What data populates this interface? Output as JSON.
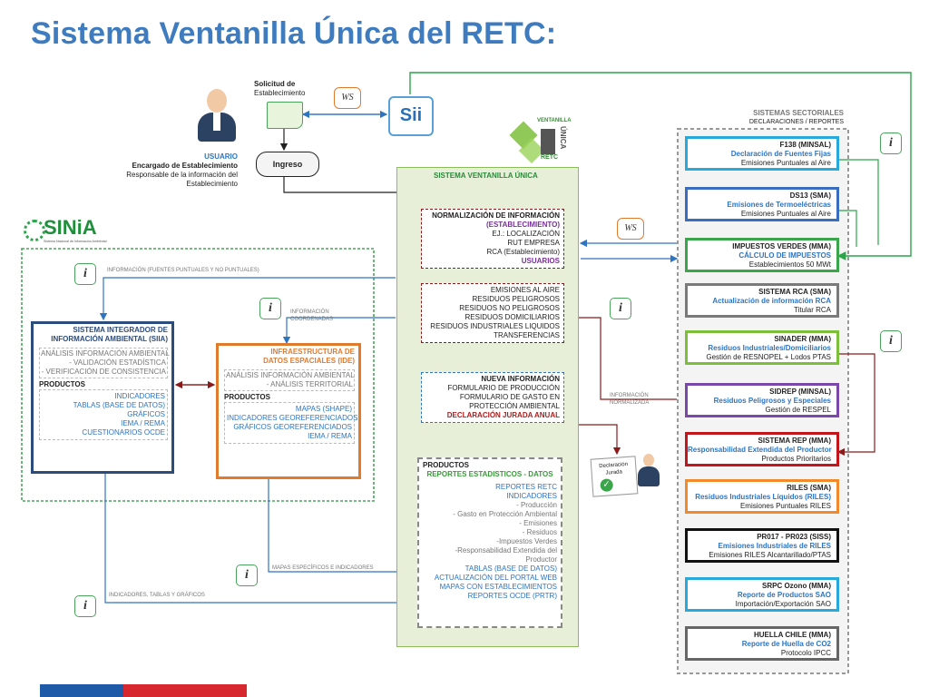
{
  "title": "Sistema Ventanilla Única del RETC:",
  "usuario": {
    "label": "USUARIO",
    "role": "Encargado de Establecimiento",
    "desc1": "Responsable de la información del",
    "desc2": "Establecimiento"
  },
  "solicitud": {
    "line1": "Solicitud de",
    "line2": "Establecimiento"
  },
  "ingreso": "Ingreso",
  "ws": "WS",
  "sii": "Sii",
  "i": "i",
  "ventanilla_logo": {
    "top": "VENTANILLA",
    "unica": "ÚNICA",
    "retc": "RETC"
  },
  "sinia": {
    "name": "SINiA",
    "sub": "Sistema Nacional de Información Ambiental"
  },
  "svu": {
    "title": "SISTEMA VENTANILLA ÚNICA",
    "norm": {
      "title": "NORMALIZACIÓN DE INFORMACIÓN",
      "estab": "(ESTABLECIMIENTO)",
      "lines": [
        "EJ.: LOCALIZACIÓN",
        "RUT EMPRESA",
        "RCA (Establecimiento)"
      ],
      "usuarios": "USUARIOS"
    },
    "emis": [
      "EMISIONES AL AIRE",
      "RESIDUOS PELIGROSOS",
      "RESIDUOS NO PELIGROSOS",
      "RESIDUOS DOMICILIARIOS",
      "RESIDUOS INDUSTRIALES LIQUIDOS",
      "TRANSFERENCIAS"
    ],
    "nueva": {
      "title": "NUEVA INFORMACIÓN",
      "lines": [
        "FORMULARIO DE PRODUCCIÓN",
        "FORMULARIO DE GASTO EN",
        "PROTECCIÓN AMBIENTAL"
      ],
      "dj": "DECLARACIÓN JURADA ANUAL"
    },
    "productos": {
      "title": "PRODUCTOS",
      "sub": "REPORTES ESTADISTICOS - DATOS",
      "blue1": [
        "REPORTES RETC",
        "INDICADORES"
      ],
      "gray": [
        "- Producción",
        "- Gasto en Protección Ambiental",
        "- Emisiones",
        "- Residuos",
        "-Impuestos Verdes",
        "-Responsabilidad Extendida del",
        "Productor"
      ],
      "blue2": [
        "TABLAS (BASE DE DATOS)",
        "ACTUALIZACIÓN DEL PORTAL WEB",
        "MAPAS CON ESTABLECIMIENTOS",
        "REPORTES OCDE (PRTR)"
      ]
    }
  },
  "declaracion": {
    "line1": "Declaración",
    "line2": "Jurada"
  },
  "siia": {
    "title1": "SISTEMA INTEGRADOR DE",
    "title2": "INFORMACIÓN AMBIENTAL (SIIA)",
    "analisis": "ANÁLISIS INFORMACIÓN AMBIENTAL",
    "val1": "- VALIDACIÓN ESTADÍSTICA",
    "val2": "- VERIFICACIÓN DE CONSISTENCIA",
    "productos": "PRODUCTOS",
    "items": [
      "INDICADORES",
      "TABLAS (BASE DE DATOS)",
      "GRÁFICOS",
      "IEMA / REMA",
      "CUESTIONARIOS OCDE"
    ]
  },
  "ide": {
    "title1": "INFRAESTRUCTURA DE",
    "title2": "DATOS ESPACIALES (IDE)",
    "analisis": "ANÁLISIS INFORMACIÓN AMBIENTAL",
    "terr": "- ANÁLISIS TERRITORIAL",
    "productos": "PRODUCTOS",
    "items": [
      "MAPAS (SHAPE)",
      "INDICADORES GEOREFERENCIADOS",
      "GRÁFICOS GEOREFERENCIADOS",
      "IEMA / REMA"
    ]
  },
  "labels": {
    "info_fuentes": "INFORMACIÓN (FUENTES PUNTUALES Y NO PUNTUALES)",
    "info_coord1": "INFORMACIÓN",
    "info_coord2": "COORDENADAS",
    "info_norm1": "INFORMACIÓN",
    "info_norm2": "NORMALIZADA",
    "mapas": "MAPAS ESPECÍFICOS E INDICADORES",
    "indicadores": "INDICADORES, TABLAS Y GRÁFICOS"
  },
  "sectoriales": {
    "title": "SISTEMAS SECTORIALES",
    "subtitle": "DECLARACIONES / REPORTES",
    "items": [
      {
        "name": "F138 (MINSAL)",
        "sub": "Declaración de Fuentes Fijas",
        "desc": "Emisiones  Puntuales al Aire",
        "color": "#29a9d9"
      },
      {
        "name": "DS13 (SMA)",
        "sub": "Emisiones de Termoeléctricas",
        "desc": "Emisiones  Puntuales al Aire",
        "color": "#3a6cc0"
      },
      {
        "name": "IMPUESTOS VERDES (MMA)",
        "sub": "CÁLCULO DE IMPUESTOS",
        "desc": "Establecimientos 50 MWt",
        "color": "#3aa54a"
      },
      {
        "name": "SISTEMA RCA (SMA)",
        "sub": "Actualización de información RCA",
        "desc": "Titular RCA",
        "color": "#7a7a7a"
      },
      {
        "name": "SINADER (MMA)",
        "sub": "Residuos Industriales/Domiciliarios",
        "desc": "Gestión de RESNOPEL + Lodos PTAS",
        "color": "#7cbf3a"
      },
      {
        "name": "SIDREP (MINSAL)",
        "sub": "Residuos Peligrosos y Especiales",
        "desc": "Gestión de RESPEL",
        "color": "#7a48a8"
      },
      {
        "name": "SISTEMA REP (MMA)",
        "sub": "Responsabilidad Extendida del Productor",
        "desc": "Productos  Prioritarios",
        "color": "#c3161c"
      },
      {
        "name": "RILES (SMA)",
        "sub": "Residuos Industriales Líquidos (RILES)",
        "desc": "Emisiones  Puntuales RILES",
        "color": "#f08a2c"
      },
      {
        "name": "PR017 - PR023 (SISS)",
        "sub": "Emisiones Industriales de RILES",
        "desc": "Emisiones RILES Alcantarillado/PTAS",
        "color": "#111111"
      },
      {
        "name": "SRPC Ozono (MMA)",
        "sub": "Reporte de Productos SAO",
        "desc": "Importación/Exportación  SAO",
        "color": "#29a9d9"
      },
      {
        "name": "HUELLA CHILE (MMA)",
        "sub": "Reporte de Huella de CO2",
        "desc": "Protocolo IPCC",
        "color": "#666666"
      }
    ]
  },
  "colors": {
    "title": "#3e7bbf",
    "green": "#4aa35a",
    "orange": "#e07a2c",
    "navy": "#2c4c7c",
    "dark_red": "#8b1a1a",
    "blue_text": "#2e74c0",
    "footer_blue": "#1f5aa8",
    "footer_red": "#d8282f"
  }
}
